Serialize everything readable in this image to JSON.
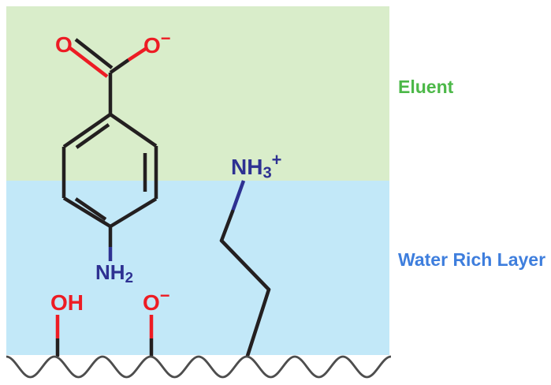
{
  "side_labels": {
    "eluent": "Eluent",
    "water_rich_layer": "Water Rich Layer"
  },
  "chem_labels": {
    "carbonyl_o": "O",
    "carboxylate_o": "O",
    "carboxylate_charge": "−",
    "amine_nh": "NH",
    "amine_sub": "2",
    "ammonium_nh": "NH",
    "ammonium_sub": "3",
    "ammonium_charge": "+",
    "silanol_oh": "OH",
    "silanolate_o": "O",
    "silanolate_charge": "−"
  },
  "colors": {
    "eluent_bg": "#d9edca",
    "water_bg": "#c2e8f8",
    "eluent_text": "#4cb848",
    "water_text": "#3e7edd",
    "nitrogen_blue": "#2e3192",
    "oxygen_red": "#ed1c24",
    "bond_black": "#231f20",
    "surface_gray": "#4d4d4d"
  }
}
